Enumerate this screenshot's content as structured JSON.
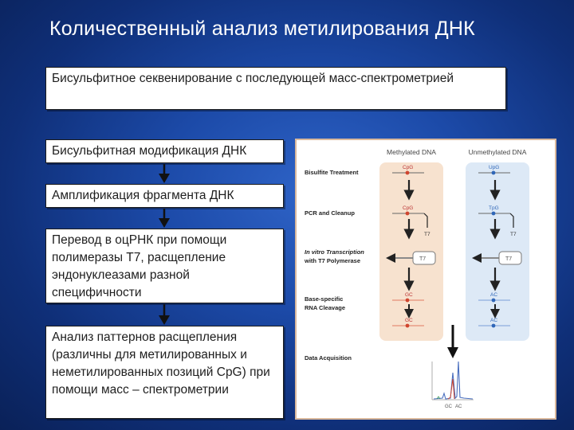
{
  "title": "Количественный анализ метилирования ДНК",
  "method_box": "Бисульфитное секвенирование с последующей масс-спектрометрией",
  "steps": [
    "Бисульфитная модификация ДНК",
    "Амплификация фрагмента ДНК",
    "Перевод в оцРНК при помощи полимеразы Т7, расщепление эндонуклеазами разной специфичности",
    "Анализ паттернов расщепления (различны для метилированных и неметилированных позиций CpG) при помощи масс – спектрометрии"
  ],
  "figure": {
    "col_methylated": "Methylated DNA",
    "col_unmethylated": "Unmethylated DNA",
    "step_labels": [
      "Bisulfite Treatment",
      "PCR and Cleanup",
      "In vitro Transcription",
      "with T7 Polymerase",
      "Base-specific",
      "RNA Cleavage",
      "Data Acquisition"
    ],
    "m_seq": [
      "CpG",
      "CpG",
      "GC",
      "GC"
    ],
    "u_seq": [
      "UpG",
      "TpG",
      "AC",
      "AC"
    ],
    "t7_label": "T7",
    "t7_box": "T7",
    "spectrum_ticks": [
      "GC",
      "AC"
    ],
    "colors": {
      "methylated_bg": "#f7e2cf",
      "unmethylated_bg": "#dde9f6",
      "methyl_mark": "#d0452f",
      "unmethyl_mark": "#2f66b8"
    }
  }
}
